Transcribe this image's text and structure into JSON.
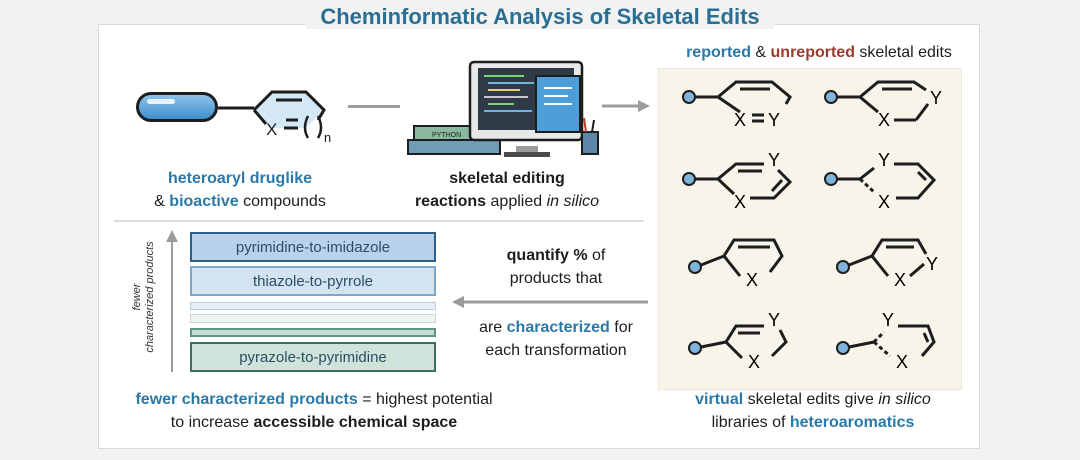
{
  "title": "Cheminformatic Analysis of Skeletal Edits",
  "edits_header": {
    "reported": "reported",
    "and": " & ",
    "unreported": "unreported",
    "rest": " skeletal edits"
  },
  "left_caption": {
    "w1": "heteroaryl druglike",
    "w2": "& ",
    "w3": "bioactive",
    "w4": " compounds"
  },
  "scaffold": {
    "x": "X",
    "n": "n"
  },
  "middle_caption": {
    "w1": "skeletal editing",
    "w2": "reactions",
    "w3": " applied ",
    "w4": "in silico"
  },
  "computer": {
    "book_label": "PYTHON"
  },
  "quantify_caption": {
    "l1a": "quantify %",
    "l1b": " of",
    "l2": "products that",
    "l3a": "are ",
    "l3b": "characterized",
    "l3c": " for",
    "l4": "each transformation"
  },
  "ranking": {
    "axis_label_1": "fewer",
    "axis_label_2": "characterized products",
    "bars": [
      "pyrimidine-to-imidazole",
      "thiazole-to-pyrrole",
      "pyrazole-to-pyrimidine"
    ]
  },
  "bottom_left": {
    "a": "fewer characterized products",
    "b": " = highest potential",
    "c": "to increase ",
    "d": "accessible chemical space"
  },
  "bottom_right": {
    "a": "virtual",
    "b": " skeletal edits give ",
    "c": "in silico",
    "d": "libraries of ",
    "e": "heteroaromatics"
  },
  "molecule_atoms": {
    "x": "X",
    "y": "Y",
    "eq": "="
  },
  "colors": {
    "accent_blue": "#2a79a8",
    "accent_red": "#9a3b2d",
    "atom_dot": "#7fb4dc",
    "panel_bg": "#f7f4ea"
  }
}
